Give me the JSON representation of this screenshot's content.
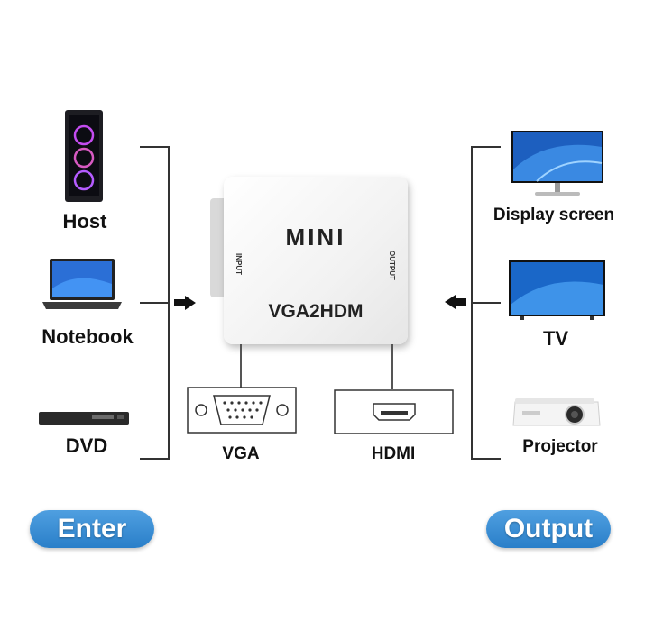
{
  "inputs": [
    "Host",
    "Notebook",
    "DVD"
  ],
  "outputs": [
    "Display screen",
    "TV",
    "Projector"
  ],
  "device": {
    "brand": "MINI",
    "model": "VGA2HDM",
    "input_label": "INPUT",
    "output_label": "OUTPUT"
  },
  "ports": {
    "vga": "VGA",
    "hdmi": "HDMI"
  },
  "badges": {
    "enter": "Enter",
    "output": "Output"
  },
  "colors": {
    "badge": "#2f86cf",
    "line": "#333333"
  }
}
